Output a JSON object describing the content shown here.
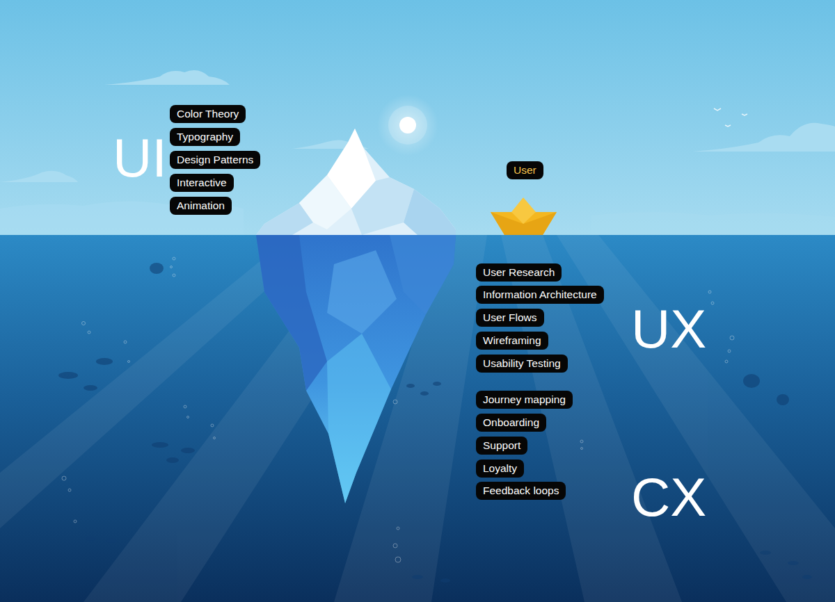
{
  "diagram": {
    "nodes": [
      {
        "text": [
          "Color Theory"
        ]
      },
      {
        "text": [
          "Typography"
        ]
      },
      {
        "text": [
          "Design Patterns"
        ]
      },
      {
        "text": [
          "Interactive"
        ]
      },
      {
        "text": [
          "Animation"
        ]
      },
      {
        "text": [
          "User"
        ]
      },
      {
        "text": [
          "User Research"
        ]
      },
      {
        "text": [
          "Information Architecture"
        ]
      },
      {
        "text": [
          "User Flows"
        ]
      },
      {
        "text": [
          "Wireframing"
        ]
      },
      {
        "text": [
          "Usability Testing"
        ]
      },
      {
        "text": [
          "Journey mapping"
        ]
      },
      {
        "text": [
          "Onboarding"
        ]
      },
      {
        "text": [
          "Support"
        ]
      },
      {
        "text": [
          "Loyalty"
        ]
      },
      {
        "text": [
          "Feedback loops"
        ]
      }
    ],
    "labels": [
      "UI",
      "UX",
      "CX"
    ]
  }
}
